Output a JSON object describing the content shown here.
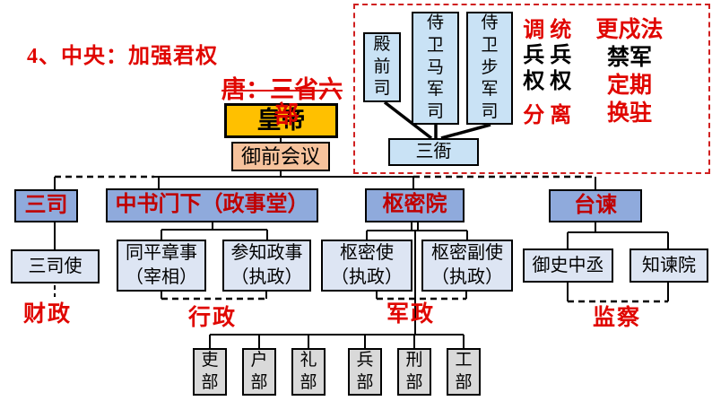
{
  "title": "4、中央：加强君权",
  "struck_note": {
    "line1": "唐：三省六",
    "line2": "部",
    "full_text": "唐：三省六部"
  },
  "org": {
    "emperor": "皇帝",
    "council": "御前会议",
    "level2": {
      "sansi": "三司",
      "zhongshu": "中书门下（政事堂）",
      "shumiyuan": "枢密院",
      "taijian": "台谏"
    },
    "level3": {
      "sansishi": "三司使",
      "tongpingzhangshi": {
        "l1": "同平章事",
        "l2": "（宰相）"
      },
      "canzhizhengshi": {
        "l1": "参知政事",
        "l2": "（执政）"
      },
      "shumishi": {
        "l1": "枢密使",
        "l2": "（执政）"
      },
      "shumifushi": {
        "l1": "枢密副使",
        "l2": "（执政）"
      },
      "yushizhongcheng": "御史中丞",
      "zhijianyuan": "知谏院"
    },
    "functions": {
      "caizheng": "财政",
      "xingzheng": "行政",
      "junzheng": "军政",
      "jiancha": "监察"
    },
    "ministries": [
      "吏部",
      "户部",
      "礼部",
      "兵部",
      "刑部",
      "工部"
    ]
  },
  "military": {
    "dianqiansi": "殿前司",
    "shiwei_ma": "侍卫马军司",
    "shiwei_bu": "侍卫步军司",
    "sanya": "三衙",
    "notes": {
      "col1": {
        "red_top": "调",
        "black_mid": "兵权",
        "red_bot": "分"
      },
      "col2": {
        "red_top": "统",
        "black_mid": "兵权",
        "red_bot": "离"
      },
      "col3": {
        "r1": "更戍法",
        "r2": "禁军",
        "r3": "定期",
        "r4": "换驻"
      }
    }
  },
  "colors": {
    "red_text": "#e00600",
    "dark_red_text": "#c00000",
    "gold_box": "#ffc000",
    "salmon_box": "#f6c29c",
    "mid_blue_box": "#8faadc",
    "light_blue_box": "#dde5f3",
    "pale_blue_box": "#c9e2f5",
    "gray_box": "#d9d9d9",
    "dashed_border_red": "#d02020"
  }
}
